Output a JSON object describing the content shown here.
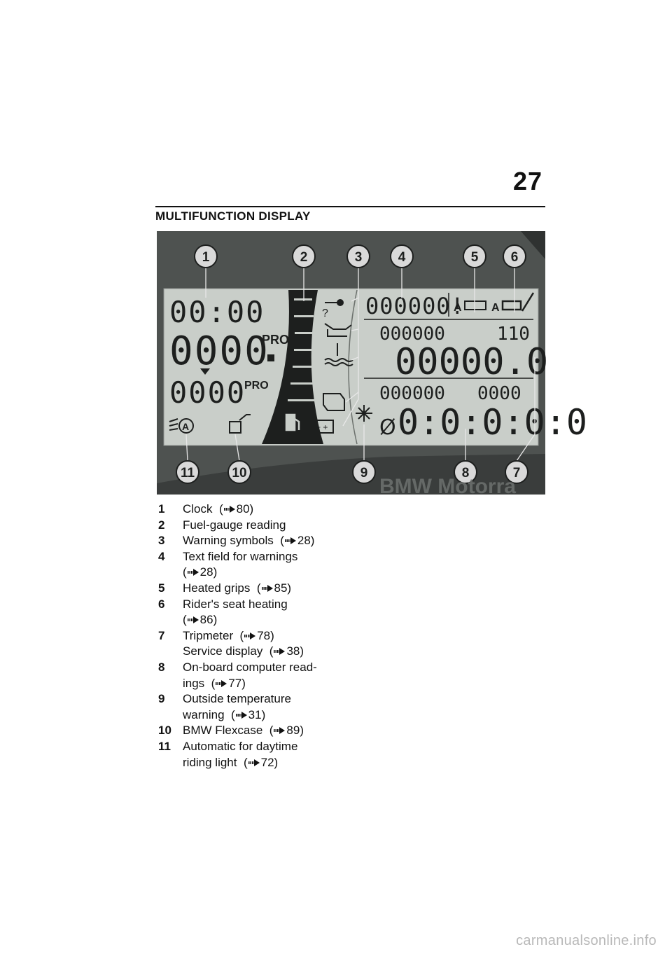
{
  "page": {
    "number": "27",
    "section_title": "MULTIFUNCTION DISPLAY",
    "footer": "carmanualsonline.info"
  },
  "figure": {
    "callouts": [
      "1",
      "2",
      "3",
      "4",
      "5",
      "6",
      "7",
      "8",
      "9",
      "10",
      "11"
    ],
    "lcd": {
      "clock": "00:00",
      "speed": "0000",
      "speed_mode": "PRO",
      "rpm": "0000",
      "rpm_mode": "PRO",
      "warning_text": "000000!",
      "odometer_top": "000000",
      "top_right_small": "110",
      "tripmeter": "00000.0",
      "obc_left": "000000",
      "obc_right": "0000",
      "obc_big": "0:0:0:0:0",
      "avg_symbol": "Ø",
      "heated_grip_label": "A",
      "seat_heat_label": "A",
      "daytime_auto_label": "A",
      "warning_question": "?"
    },
    "brand_watermark": "BMW Motorra"
  },
  "legend": [
    {
      "num": "1",
      "lines": [
        {
          "text": "Clock",
          "ref": "80)"
        }
      ]
    },
    {
      "num": "2",
      "lines": [
        {
          "text": "Fuel-gauge reading",
          "ref": ""
        }
      ]
    },
    {
      "num": "3",
      "lines": [
        {
          "text": "Warning symbols",
          "ref": "28)"
        }
      ]
    },
    {
      "num": "4",
      "lines": [
        {
          "text": "Text field for warnings",
          "ref": ""
        },
        {
          "text": "",
          "ref": "28)"
        }
      ]
    },
    {
      "num": "5",
      "lines": [
        {
          "text": "Heated grips",
          "ref": "85)"
        }
      ]
    },
    {
      "num": "6",
      "lines": [
        {
          "text": "Rider's seat heating",
          "ref": ""
        },
        {
          "text": "",
          "ref": "86)"
        }
      ]
    },
    {
      "num": "7",
      "lines": [
        {
          "text": "Tripmeter",
          "ref": "78)"
        },
        {
          "text": "Service display",
          "ref": "38)"
        }
      ]
    },
    {
      "num": "8",
      "lines": [
        {
          "text": "On-board computer read-",
          "ref": ""
        },
        {
          "text": "ings",
          "ref": "77)"
        }
      ]
    },
    {
      "num": "9",
      "lines": [
        {
          "text": "Outside temperature",
          "ref": ""
        },
        {
          "text": "warning",
          "ref": "31)"
        }
      ]
    },
    {
      "num": "10",
      "lines": [
        {
          "text": "BMW Flexcase",
          "ref": "89)"
        }
      ]
    },
    {
      "num": "11",
      "lines": [
        {
          "text": "Automatic for daytime",
          "ref": ""
        },
        {
          "text": "riding light",
          "ref": "72)"
        }
      ]
    }
  ],
  "colors": {
    "figure_bg": "#4e5250",
    "lcd_bg": "#c9cec9",
    "lcd_segment": "#1d1f1e",
    "callout_fill": "#d9d9d9"
  }
}
